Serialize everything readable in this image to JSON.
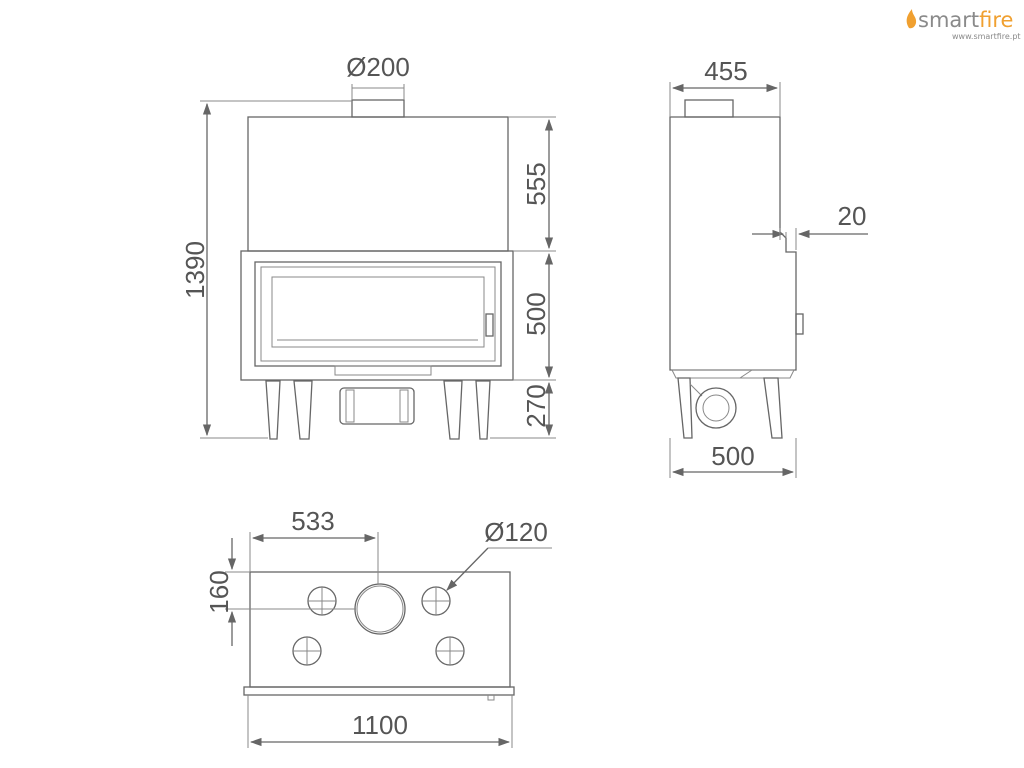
{
  "brand": {
    "name_a": "smart",
    "name_b": "fire",
    "url": "www.smartfire.pt",
    "accent_color": "#f0a030",
    "text_color": "#8a8a8a",
    "flame_icon": "flame-icon"
  },
  "front_view": {
    "flue_diameter": "Ø200",
    "total_height": "1390",
    "upper_height": "555",
    "door_height": "500",
    "leg_height": "270"
  },
  "side_view": {
    "top_depth": "455",
    "bottom_depth": "500",
    "step": "20"
  },
  "top_view": {
    "center_offset": "533",
    "hole_offset": "160",
    "hole_diameter": "Ø120",
    "width": "1100"
  },
  "colors": {
    "line": "#666666",
    "fill": "#f2f2f2",
    "text": "#555555"
  }
}
